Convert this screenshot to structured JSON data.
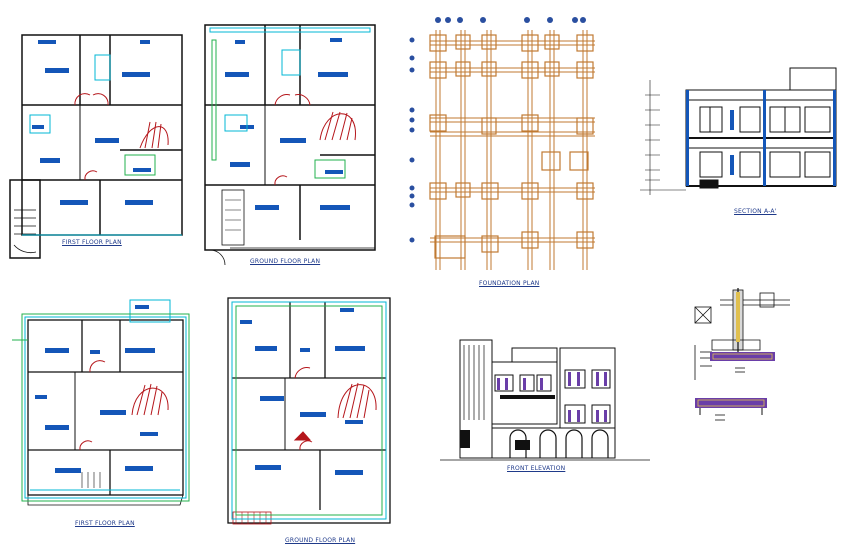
{
  "captions": {
    "first_floor_top": "FIRST FLOOR PLAN",
    "ground_floor_top": "GROUND FLOOR PLAN",
    "foundation": "FOUNDATION PLAN",
    "section": "SECTION A-A'",
    "first_floor_bottom": "FIRST FLOOR PLAN",
    "ground_floor_bottom": "GROUND FLOOR PLAN",
    "front_elevation": "FRONT ELEVATION"
  },
  "colors": {
    "wall": "#111111",
    "cyan_wall": "#00b7d6",
    "green_wall": "#22b14c",
    "label_block": "#1456b8",
    "door_arc": "#b5161b",
    "stair": "#b5161b",
    "foundation_grid": "#c07a32",
    "foundation_axis": "#2a4fa0",
    "elevation_purple": "#6a3ea8"
  }
}
